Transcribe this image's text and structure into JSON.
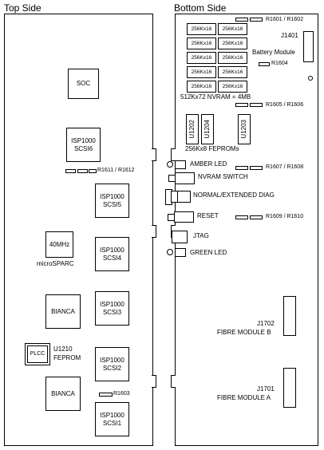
{
  "titles": {
    "top": "Top Side",
    "bottom": "Bottom Side"
  },
  "top": {
    "soc": "SOC",
    "scsi6": "ISP1000 SCSI6",
    "scsi5": "ISP1000 SCSI5",
    "scsi4": "ISP1000 SCSI4",
    "scsi3": "ISP1000 SCSI3",
    "scsi2": "ISP1000 SCSI2",
    "scsi1": "ISP1000 SCSI1",
    "osc": "40MHz",
    "microsparc": "microSPARC",
    "bianca1": "BIANCA",
    "bianca2": "BIANCA",
    "plcc": "PLCC",
    "u1210": "U1210",
    "feprom": "FEPROM",
    "r1611": "R1611 / R1612",
    "r1603": "R1603"
  },
  "bottom": {
    "ram_chip": "256Kx16",
    "nvram": "512Kx72 NVRAM = 4MB",
    "j1401": "J1401",
    "battery": "Battery Module",
    "r1601": "R1601 / R1602",
    "r1604": "R1604",
    "r1605": "R1605 / R1606",
    "u1202": "U1202",
    "u1204": "U1204",
    "u1203": "U1203",
    "feproms": "256Kx8 FEPROMs",
    "amber_led": "AMBER LED",
    "r1607": "R1607 / R1608",
    "nvram_switch": "NVRAM SWITCH",
    "diag": "NORMAL/EXTENDED DIAG",
    "reset": "RESET",
    "r1609": "R1609 / R1610",
    "jtag": "JTAG",
    "green_led": "GREEN LED",
    "j1702": "J1702",
    "fibre_b": "FIBRE MODULE B",
    "j1701": "J1701",
    "fibre_a": "FIBRE MODULE A"
  }
}
